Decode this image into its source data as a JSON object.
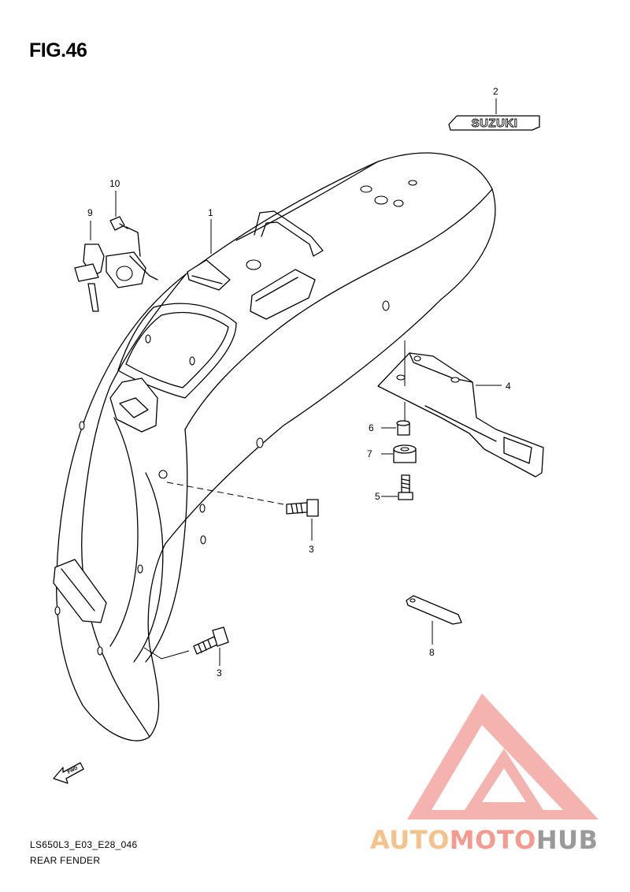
{
  "figure": {
    "title": "FIG.46"
  },
  "emblem": {
    "text": "SUZUKI"
  },
  "callouts": [
    "1",
    "2",
    "3",
    "3",
    "4",
    "5",
    "6",
    "7",
    "8",
    "9",
    "10"
  ],
  "fwd_arrow": {
    "text": "FWD"
  },
  "footer": {
    "code": "LS650L3_E03_E28_046",
    "name": "REAR FENDER"
  },
  "watermark": {
    "part1": "AUTO",
    "part2": "MOTO",
    "part3": "HUB",
    "colors": [
      "#f6c28b",
      "#f59a8f",
      "#9a9a9a"
    ]
  }
}
